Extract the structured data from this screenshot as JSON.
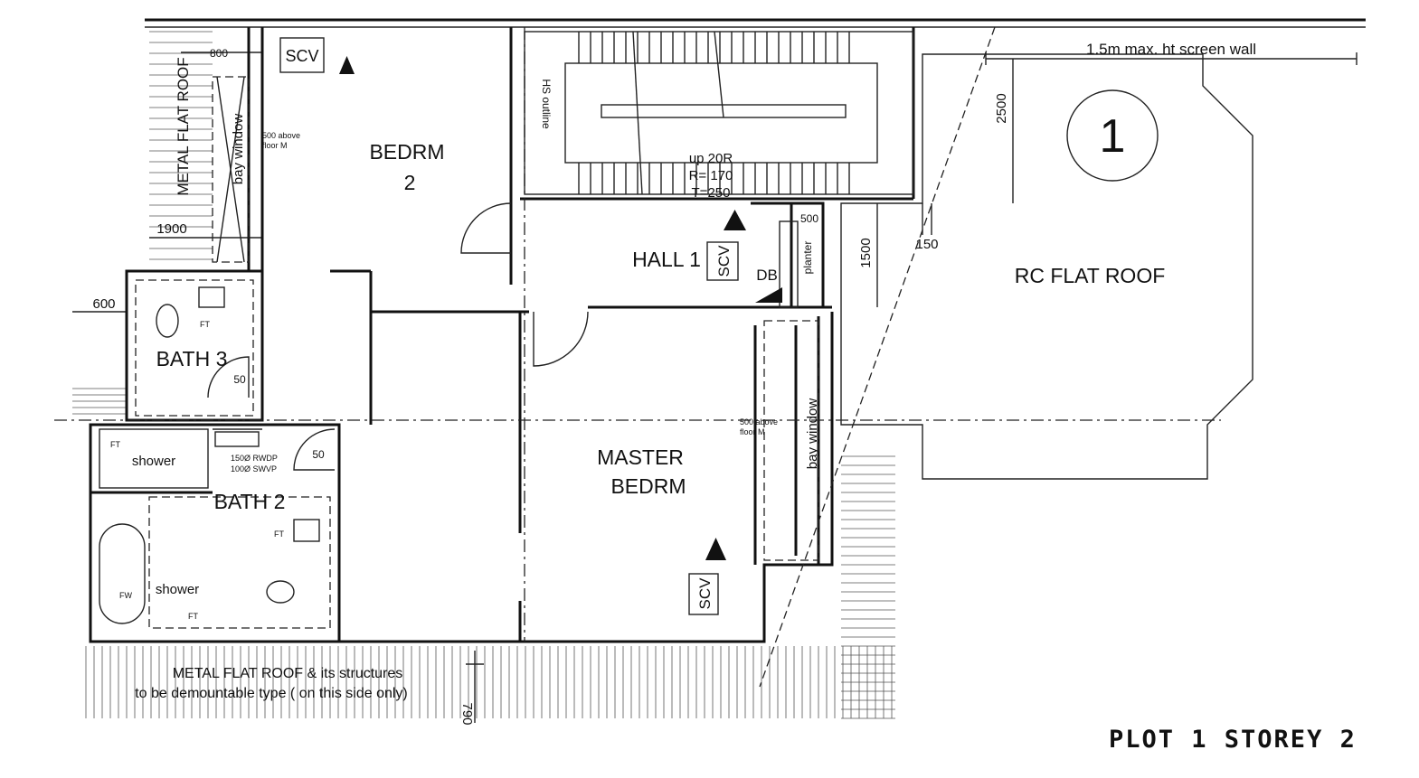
{
  "plan": {
    "caption": "PLOT 1 STOREY 2",
    "plot_marker": "1",
    "rooms": {
      "bedroom2_line1": "BEDRM",
      "bedroom2_line2": "2",
      "hall": "HALL 1",
      "bath3": "BATH 3",
      "bath2": "BATH 2",
      "master_line1": "MASTER",
      "master_line2": "BEDRM",
      "rc_roof": "RC FLAT ROOF",
      "metal_roof_left": "METAL FLAT ROOF",
      "metal_roof_bottom_line1": "METAL FLAT ROOF & its structures",
      "metal_roof_bottom_line2": "to be demountable type ( on this side only)"
    },
    "labels": {
      "screen_wall": "1.5m max. ht screen wall",
      "hs_outline": "HS outline",
      "stair_line1": "up 20R",
      "stair_line2": "R= 170",
      "stair_line3": "T=250",
      "bay_window_top": "bay window",
      "bay_window_master": "bay window",
      "sill_note_top_line1": "500 above",
      "sill_note_top_line2": "floor M",
      "sill_note_master_line1": "500 above",
      "sill_note_master_line2": "floor M",
      "scv": "SCV",
      "db": "DB",
      "planter": "planter",
      "shower_bath3": "shower",
      "shower_bath2": "shower",
      "ft": "FT",
      "fw": "FW",
      "rwdp": "150Ø RWDP",
      "swvp": "100Ø SWVP"
    },
    "dimensions": {
      "d800": "800",
      "d1900": "1900",
      "d600": "600",
      "d2500": "2500",
      "d1500": "1500",
      "d150": "150",
      "d500_planter": "500",
      "d50_bath3": "50",
      "d50_bath2": "50",
      "d790": "790"
    }
  }
}
